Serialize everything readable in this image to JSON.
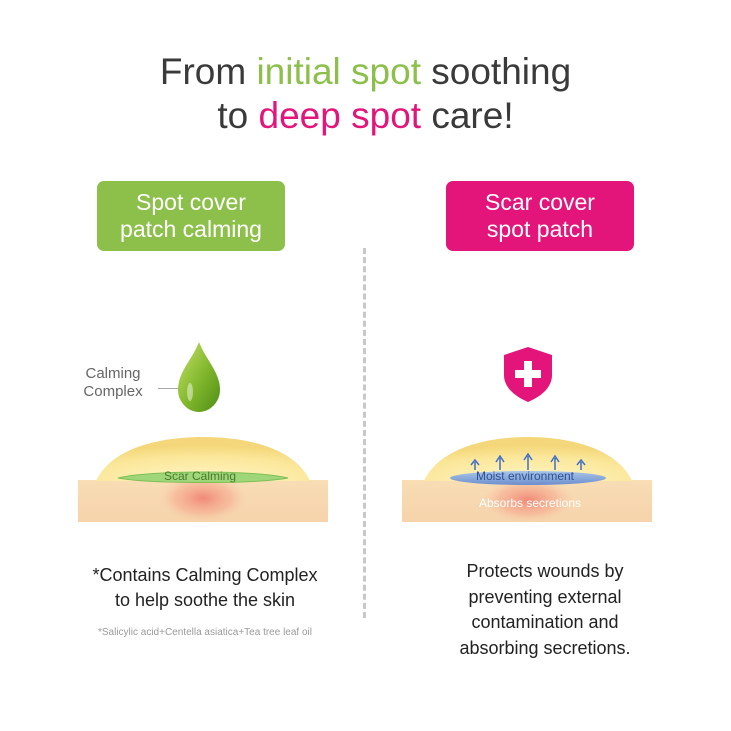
{
  "headline": {
    "line1_pre": "From ",
    "line1_green": "initial spot",
    "line1_post": " soothing",
    "line2_pre": "to ",
    "line2_pink": "deep spot",
    "line2_post": " care!"
  },
  "left": {
    "badge_line1": "Spot cover",
    "badge_line2": "patch calming",
    "callout_line1": "Calming",
    "callout_line2": "Complex",
    "inner_label": "Scar Calming",
    "desc_line1": "*Contains Calming Complex",
    "desc_line2": "to help soothe the skin",
    "footnote": "*Salicylic acid+Centella asiatica+Tea tree leaf oil"
  },
  "right": {
    "badge_line1": "Scar cover",
    "badge_line2": "spot patch",
    "inner_label_top": "Moist environment",
    "inner_label_bottom": "Absorbs secretions",
    "desc_line1": "Protects wounds by",
    "desc_line2": "preventing external",
    "desc_line3": "contamination and",
    "desc_line4": "absorbing secretions."
  },
  "colors": {
    "green": "#8cc04b",
    "pink": "#e3157b",
    "text": "#3a3a3a"
  },
  "icons": {
    "left": "water-drop-icon",
    "right": "medical-shield-icon"
  }
}
